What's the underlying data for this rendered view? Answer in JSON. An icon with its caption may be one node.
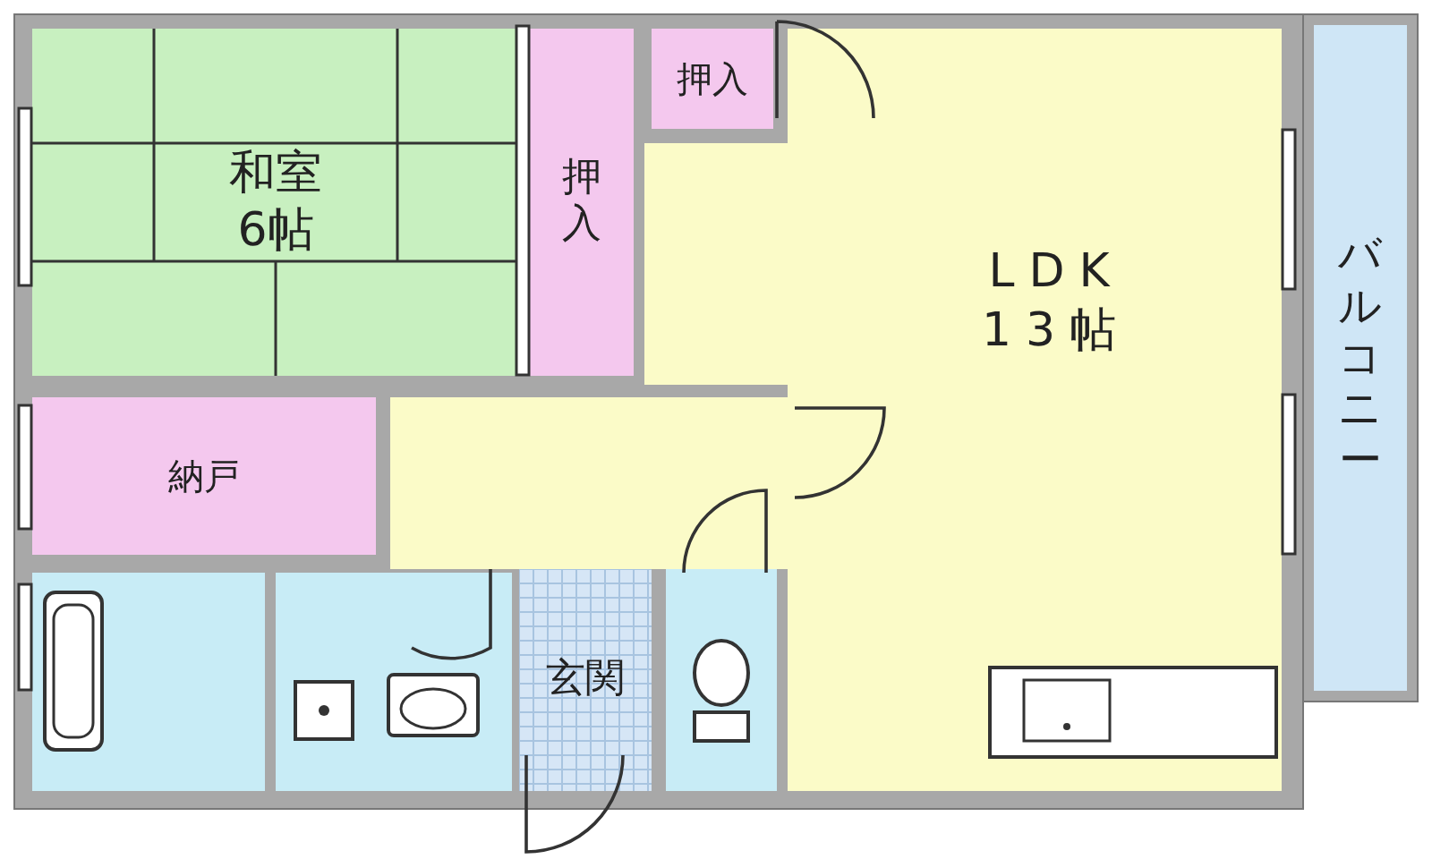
{
  "diagram": {
    "nodes": [
      {
        "text": [
          "和室",
          "6帖"
        ]
      },
      {
        "text": [
          "押入"
        ]
      },
      {
        "text": [
          "押入"
        ]
      },
      {
        "text": [
          "LDK",
          "13帖"
        ]
      },
      {
        "text": [
          "バルコニー"
        ]
      },
      {
        "text": [
          "納戸"
        ]
      },
      {
        "text": [],
        "shape": "box"
      },
      {
        "text": [],
        "shape": "box"
      },
      {
        "text": [],
        "shape": "box"
      },
      {
        "text": [
          "玄関"
        ]
      },
      {
        "text": [],
        "shape": "box"
      }
    ]
  }
}
